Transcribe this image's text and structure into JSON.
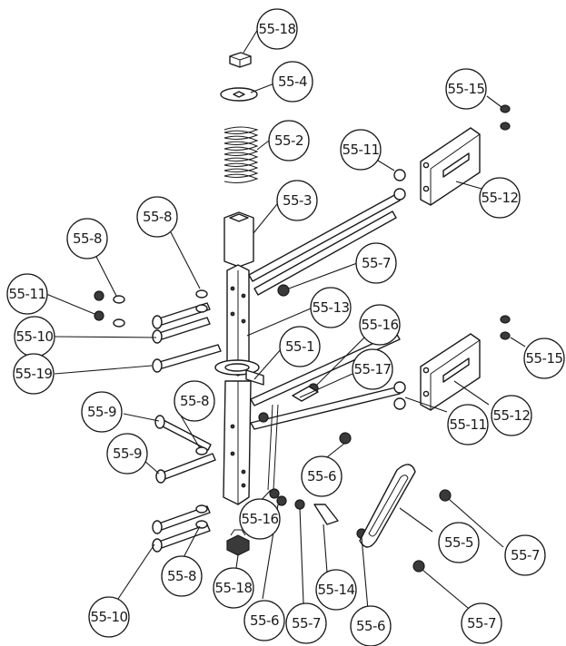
{
  "diagram": {
    "colors": {
      "ink": "#1a1a1a",
      "background": "#ffffff"
    },
    "callouts": [
      {
        "id": "c1",
        "label": "55-18"
      },
      {
        "id": "c2",
        "label": "55-4"
      },
      {
        "id": "c3",
        "label": "55-2"
      },
      {
        "id": "c4",
        "label": "55-3"
      },
      {
        "id": "c5",
        "label": "55-8"
      },
      {
        "id": "c6",
        "label": "55-8"
      },
      {
        "id": "c7",
        "label": "55-11"
      },
      {
        "id": "c8",
        "label": "55-10"
      },
      {
        "id": "c9",
        "label": "55-19"
      },
      {
        "id": "c10",
        "label": "55-7"
      },
      {
        "id": "c11",
        "label": "55-13"
      },
      {
        "id": "c12",
        "label": "55-1"
      },
      {
        "id": "c13",
        "label": "55-16"
      },
      {
        "id": "c14",
        "label": "55-17"
      },
      {
        "id": "c15",
        "label": "55-9"
      },
      {
        "id": "c16",
        "label": "55-8"
      },
      {
        "id": "c17",
        "label": "55-9"
      },
      {
        "id": "c18",
        "label": "55-6"
      },
      {
        "id": "c19",
        "label": "55-16"
      },
      {
        "id": "c20",
        "label": "55-5"
      },
      {
        "id": "c21",
        "label": "55-7"
      },
      {
        "id": "c22",
        "label": "55-8"
      },
      {
        "id": "c23",
        "label": "55-18"
      },
      {
        "id": "c24",
        "label": "55-14"
      },
      {
        "id": "c25",
        "label": "55-10"
      },
      {
        "id": "c26",
        "label": "55-6"
      },
      {
        "id": "c27",
        "label": "55-7"
      },
      {
        "id": "c28",
        "label": "55-6"
      },
      {
        "id": "c29",
        "label": "55-7"
      },
      {
        "id": "c30",
        "label": "55-11"
      },
      {
        "id": "c31",
        "label": "55-12"
      },
      {
        "id": "c32",
        "label": "55-15"
      },
      {
        "id": "c33",
        "label": "55-11"
      },
      {
        "id": "c34",
        "label": "55-12"
      },
      {
        "id": "c35",
        "label": "55-15"
      }
    ]
  }
}
